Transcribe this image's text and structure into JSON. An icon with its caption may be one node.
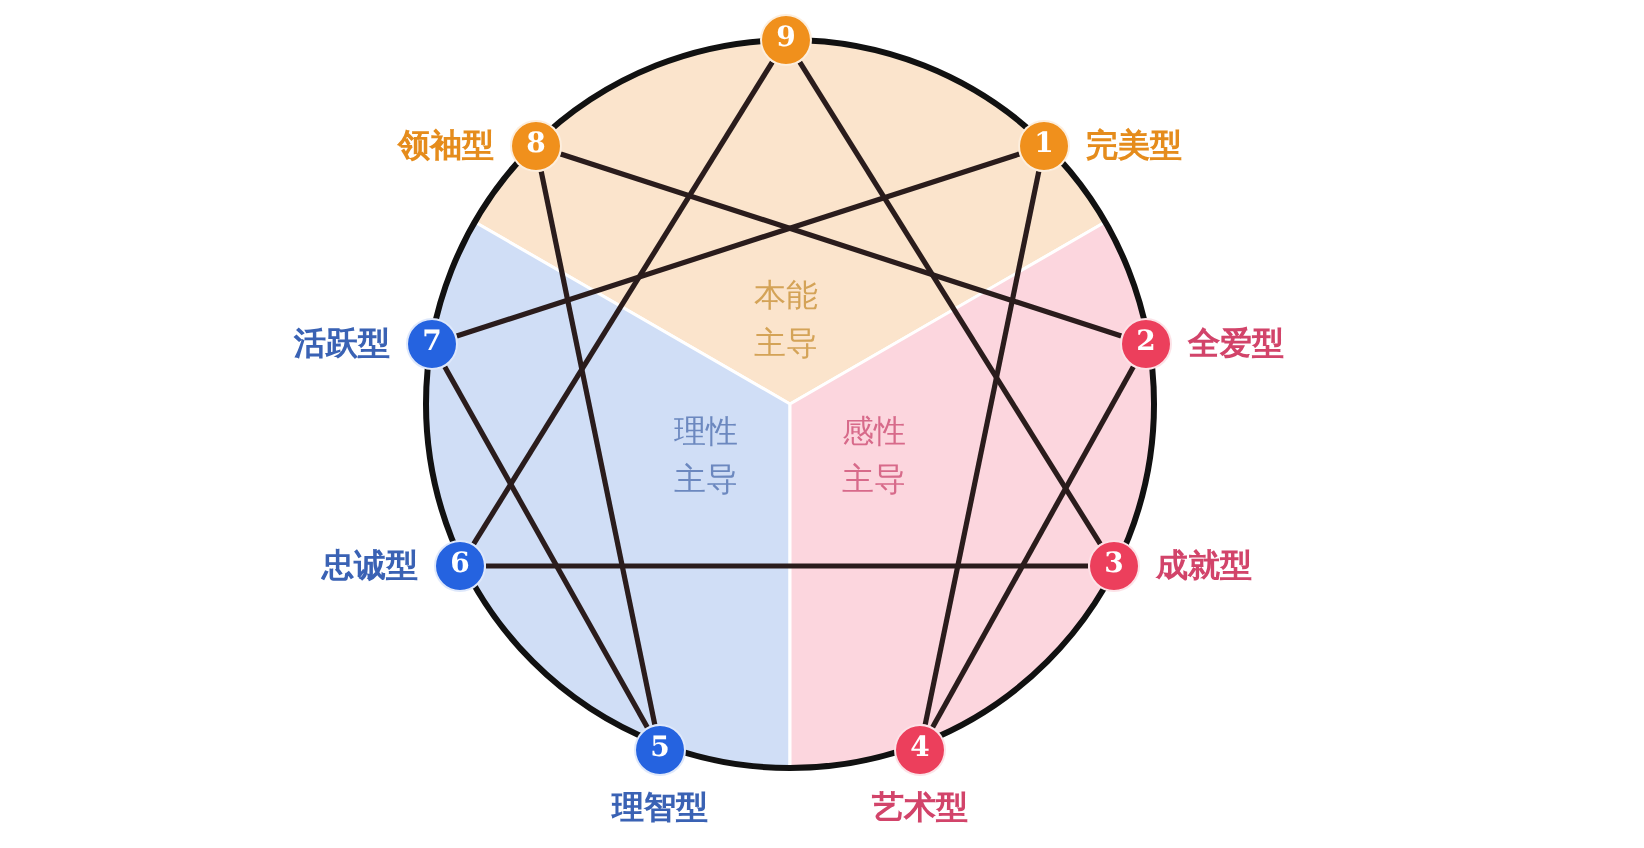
{
  "diagram": {
    "nodes": [
      {
        "text": [
          "9"
        ]
      },
      {
        "text": [
          "8"
        ],
        "beside": [
          "领袖型"
        ]
      },
      {
        "text": [
          "1"
        ],
        "beside": [
          "完美型"
        ]
      },
      {
        "text": [
          "7"
        ],
        "beside": [
          "活跃型"
        ]
      },
      {
        "text": [
          "2"
        ],
        "beside": [
          "全爱型"
        ]
      },
      {
        "text": [
          "6"
        ],
        "beside": [
          "忠诚型"
        ]
      },
      {
        "text": [
          "3"
        ],
        "beside": [
          "成就型"
        ]
      },
      {
        "text": [
          "5"
        ],
        "beside": [
          "理智型"
        ]
      },
      {
        "text": [
          "4"
        ],
        "beside": [
          "艺术型"
        ]
      }
    ],
    "edges": [
      {
        "from": 0,
        "to": 6,
        "arrow": "none"
      },
      {
        "from": 6,
        "to": 5,
        "arrow": "none"
      },
      {
        "from": 5,
        "to": 0,
        "arrow": "none"
      },
      {
        "from": 2,
        "to": 8,
        "arrow": "none"
      },
      {
        "from": 8,
        "to": 4,
        "arrow": "none"
      },
      {
        "from": 4,
        "to": 1,
        "arrow": "none"
      },
      {
        "from": 1,
        "to": 7,
        "arrow": "none"
      },
      {
        "from": 7,
        "to": 3,
        "arrow": "none"
      },
      {
        "from": 3,
        "to": 2,
        "arrow": "none"
      }
    ],
    "labels": [
      "本能主导",
      "理性主导",
      "感性主导"
    ]
  }
}
